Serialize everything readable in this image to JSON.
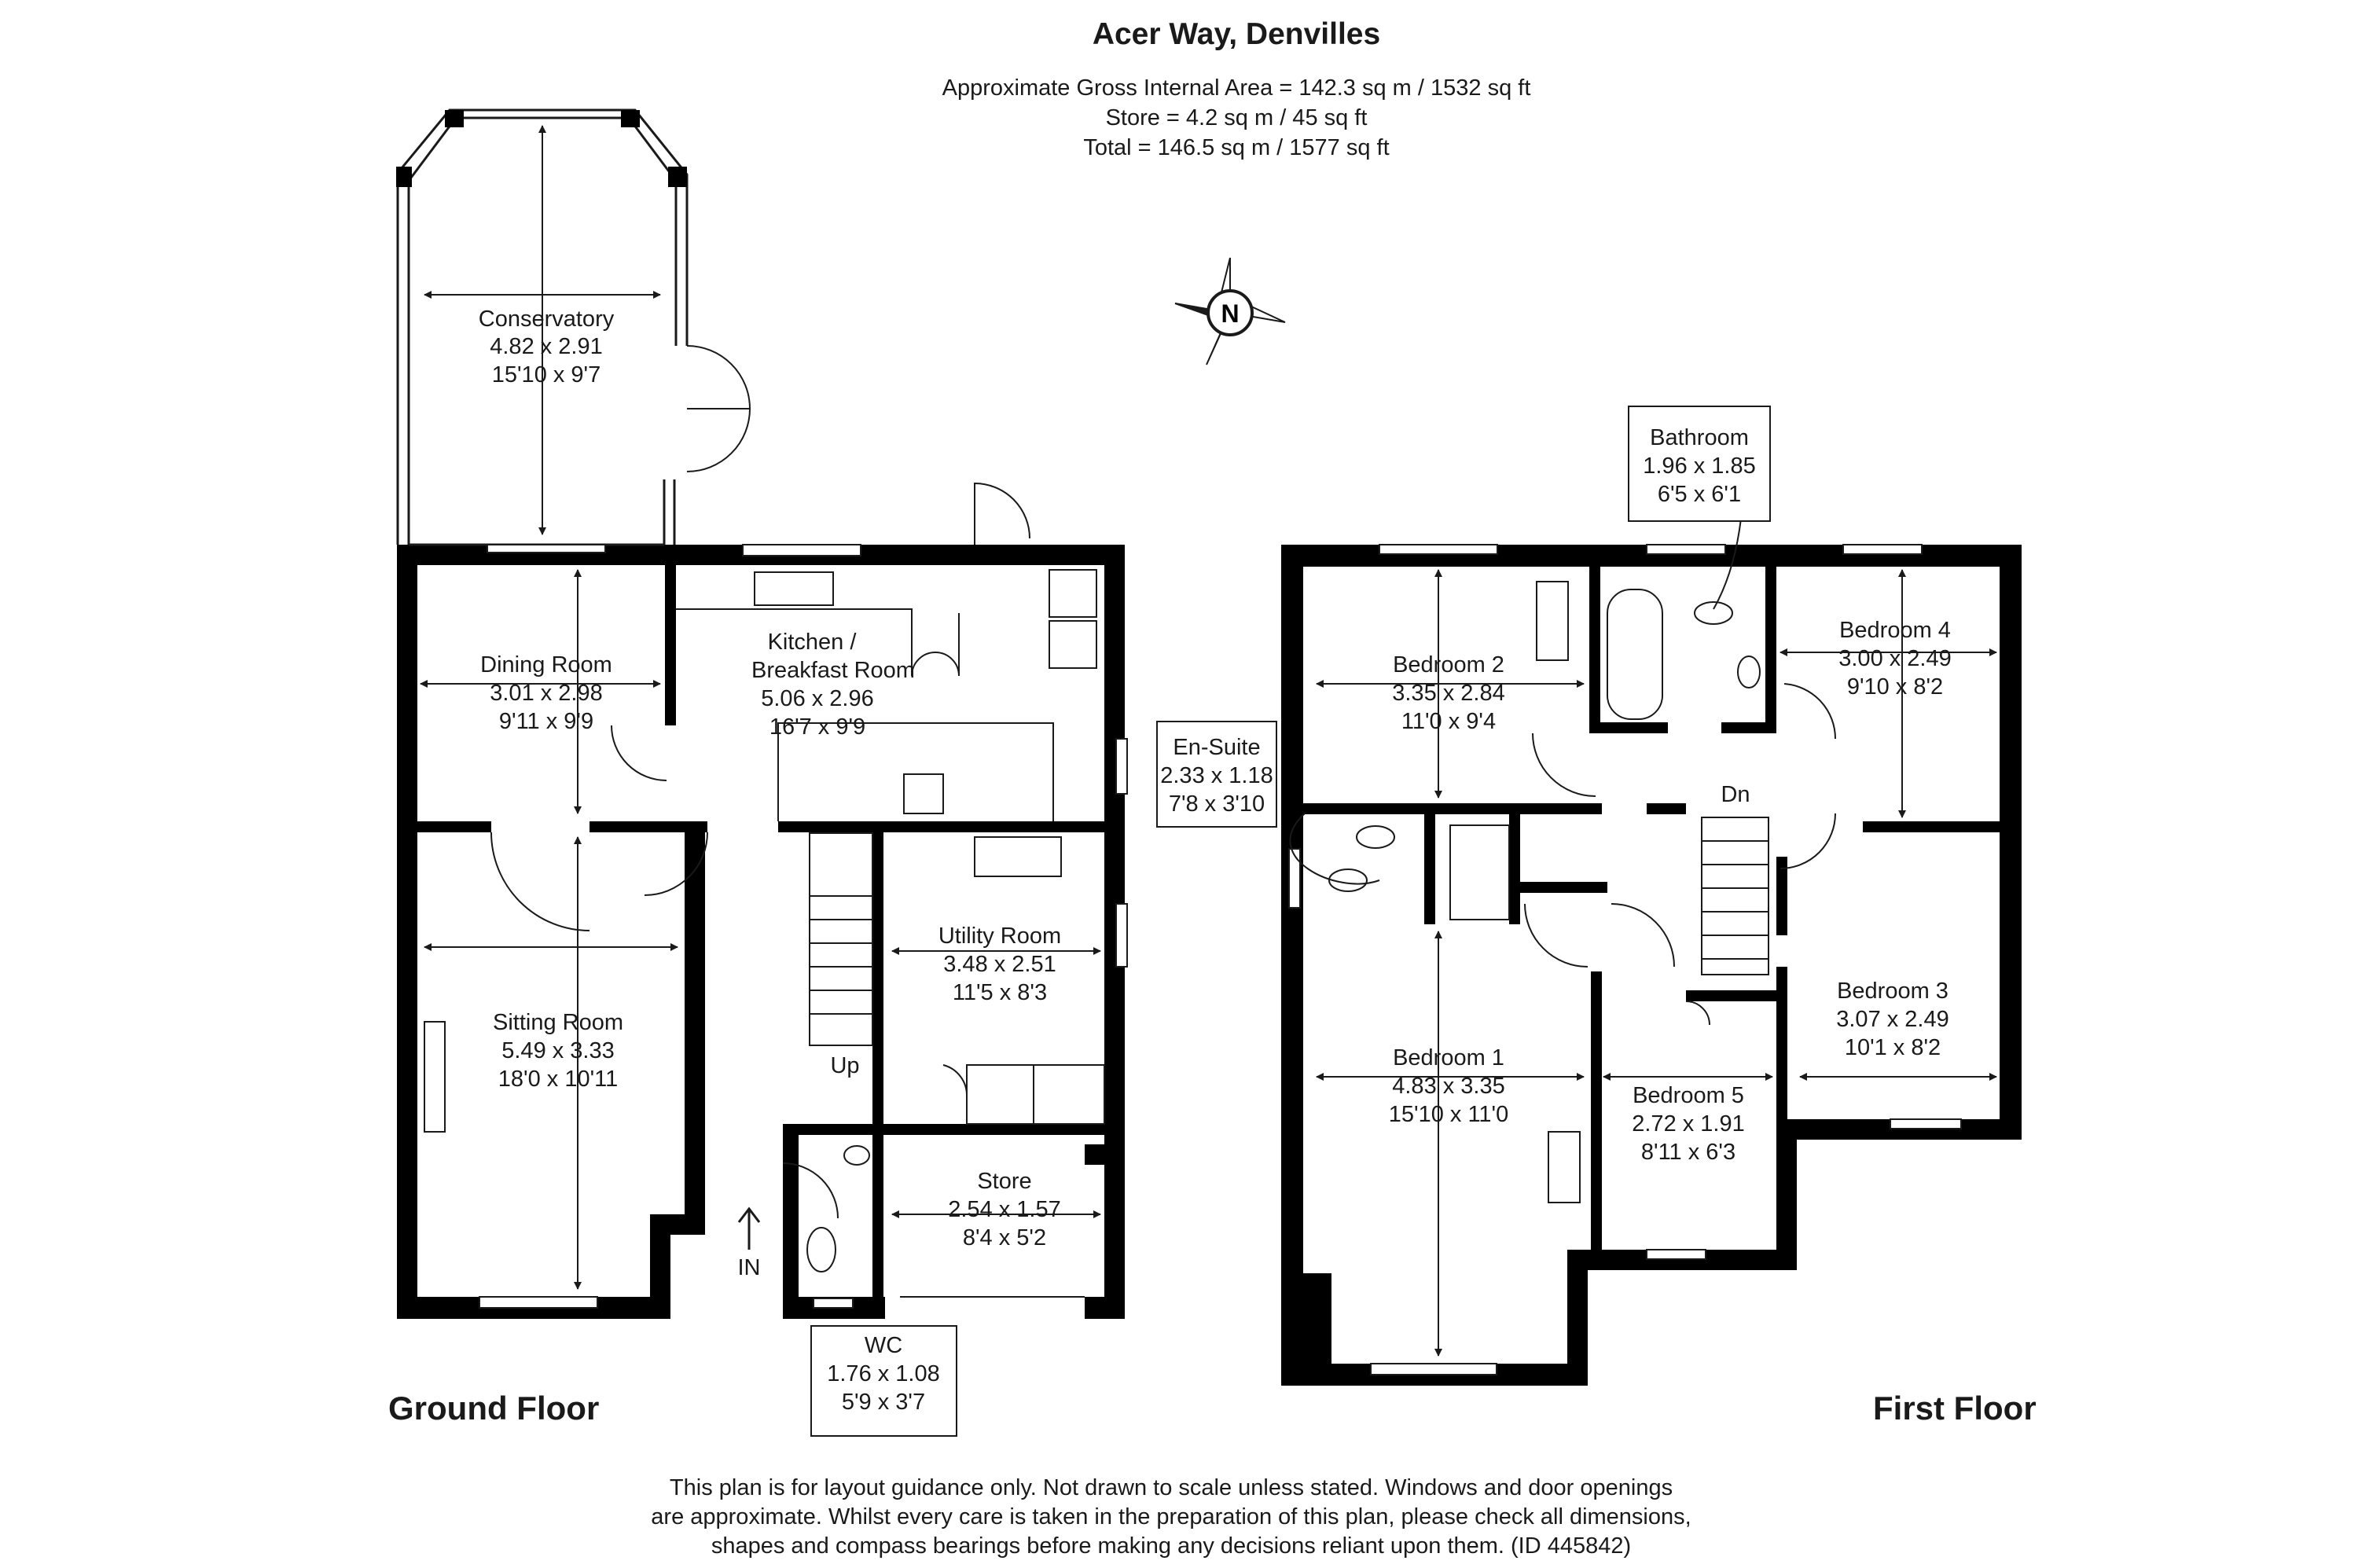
{
  "header": {
    "title": "Acer Way, Denvilles",
    "area_lines": [
      "Approximate Gross Internal Area  = 142.3 sq m / 1532 sq ft",
      "Store = 4.2 sq m /  45 sq ft",
      "Total = 146.5 sq m /  1577 sq ft"
    ]
  },
  "compass": {
    "label": "N",
    "icon": "compass-icon"
  },
  "ground_floor": {
    "label": "Ground Floor",
    "rooms": [
      {
        "id": "conservatory",
        "name": "Conservatory",
        "metric": "4.82 x 2.91",
        "imperial": "15'10 x 9'7"
      },
      {
        "id": "dining",
        "name": "Dining Room",
        "metric": "3.01 x 2.98",
        "imperial": "9'11 x 9'9"
      },
      {
        "id": "kitchen",
        "name": "Kitchen /",
        "name2": "Breakfast Room",
        "metric": "5.06 x 2.96",
        "imperial": "16'7 x 9'9"
      },
      {
        "id": "sitting",
        "name": "Sitting Room",
        "metric": "5.49 x 3.33",
        "imperial": "18'0 x 10'11"
      },
      {
        "id": "utility",
        "name": "Utility Room",
        "metric": "3.48 x 2.51",
        "imperial": "11'5 x 8'3"
      },
      {
        "id": "store",
        "name": "Store",
        "metric": "2.54 x 1.57",
        "imperial": "8'4 x 5'2"
      },
      {
        "id": "wc",
        "name": "WC",
        "metric": "1.76 x 1.08",
        "imperial": "5'9 x 3'7"
      }
    ],
    "up_label": "Up",
    "in_label": "IN"
  },
  "first_floor": {
    "label": "First Floor",
    "rooms": [
      {
        "id": "bathroom",
        "name": "Bathroom",
        "metric": "1.96 x 1.85",
        "imperial": "6'5 x 6'1"
      },
      {
        "id": "bed2",
        "name": "Bedroom 2",
        "metric": "3.35 x 2.84",
        "imperial": "11'0 x 9'4"
      },
      {
        "id": "bed4",
        "name": "Bedroom 4",
        "metric": "3.00 x 2.49",
        "imperial": "9'10 x 8'2"
      },
      {
        "id": "ensuite",
        "name": "En-Suite",
        "metric": "2.33 x 1.18",
        "imperial": "7'8 x 3'10"
      },
      {
        "id": "bed1",
        "name": "Bedroom 1",
        "metric": "4.83 x 3.35",
        "imperial": "15'10 x 11'0"
      },
      {
        "id": "bed5",
        "name": "Bedroom 5",
        "metric": "2.72 x 1.91",
        "imperial": "8'11 x 6'3"
      },
      {
        "id": "bed3",
        "name": "Bedroom 3",
        "metric": "3.07 x 2.49",
        "imperial": "10'1 x 8'2"
      }
    ],
    "dn_label": "Dn"
  },
  "disclaimer": [
    "This plan is for layout guidance only. Not drawn to scale unless stated. Windows and door openings",
    "are approximate. Whilst every care is taken in the preparation of this plan, please check all dimensions,",
    "shapes and compass bearings before making any decisions reliant upon them. (ID 445842)"
  ],
  "colors": {
    "wall": "#000000",
    "line": "#1a1a1a",
    "background": "#ffffff"
  }
}
